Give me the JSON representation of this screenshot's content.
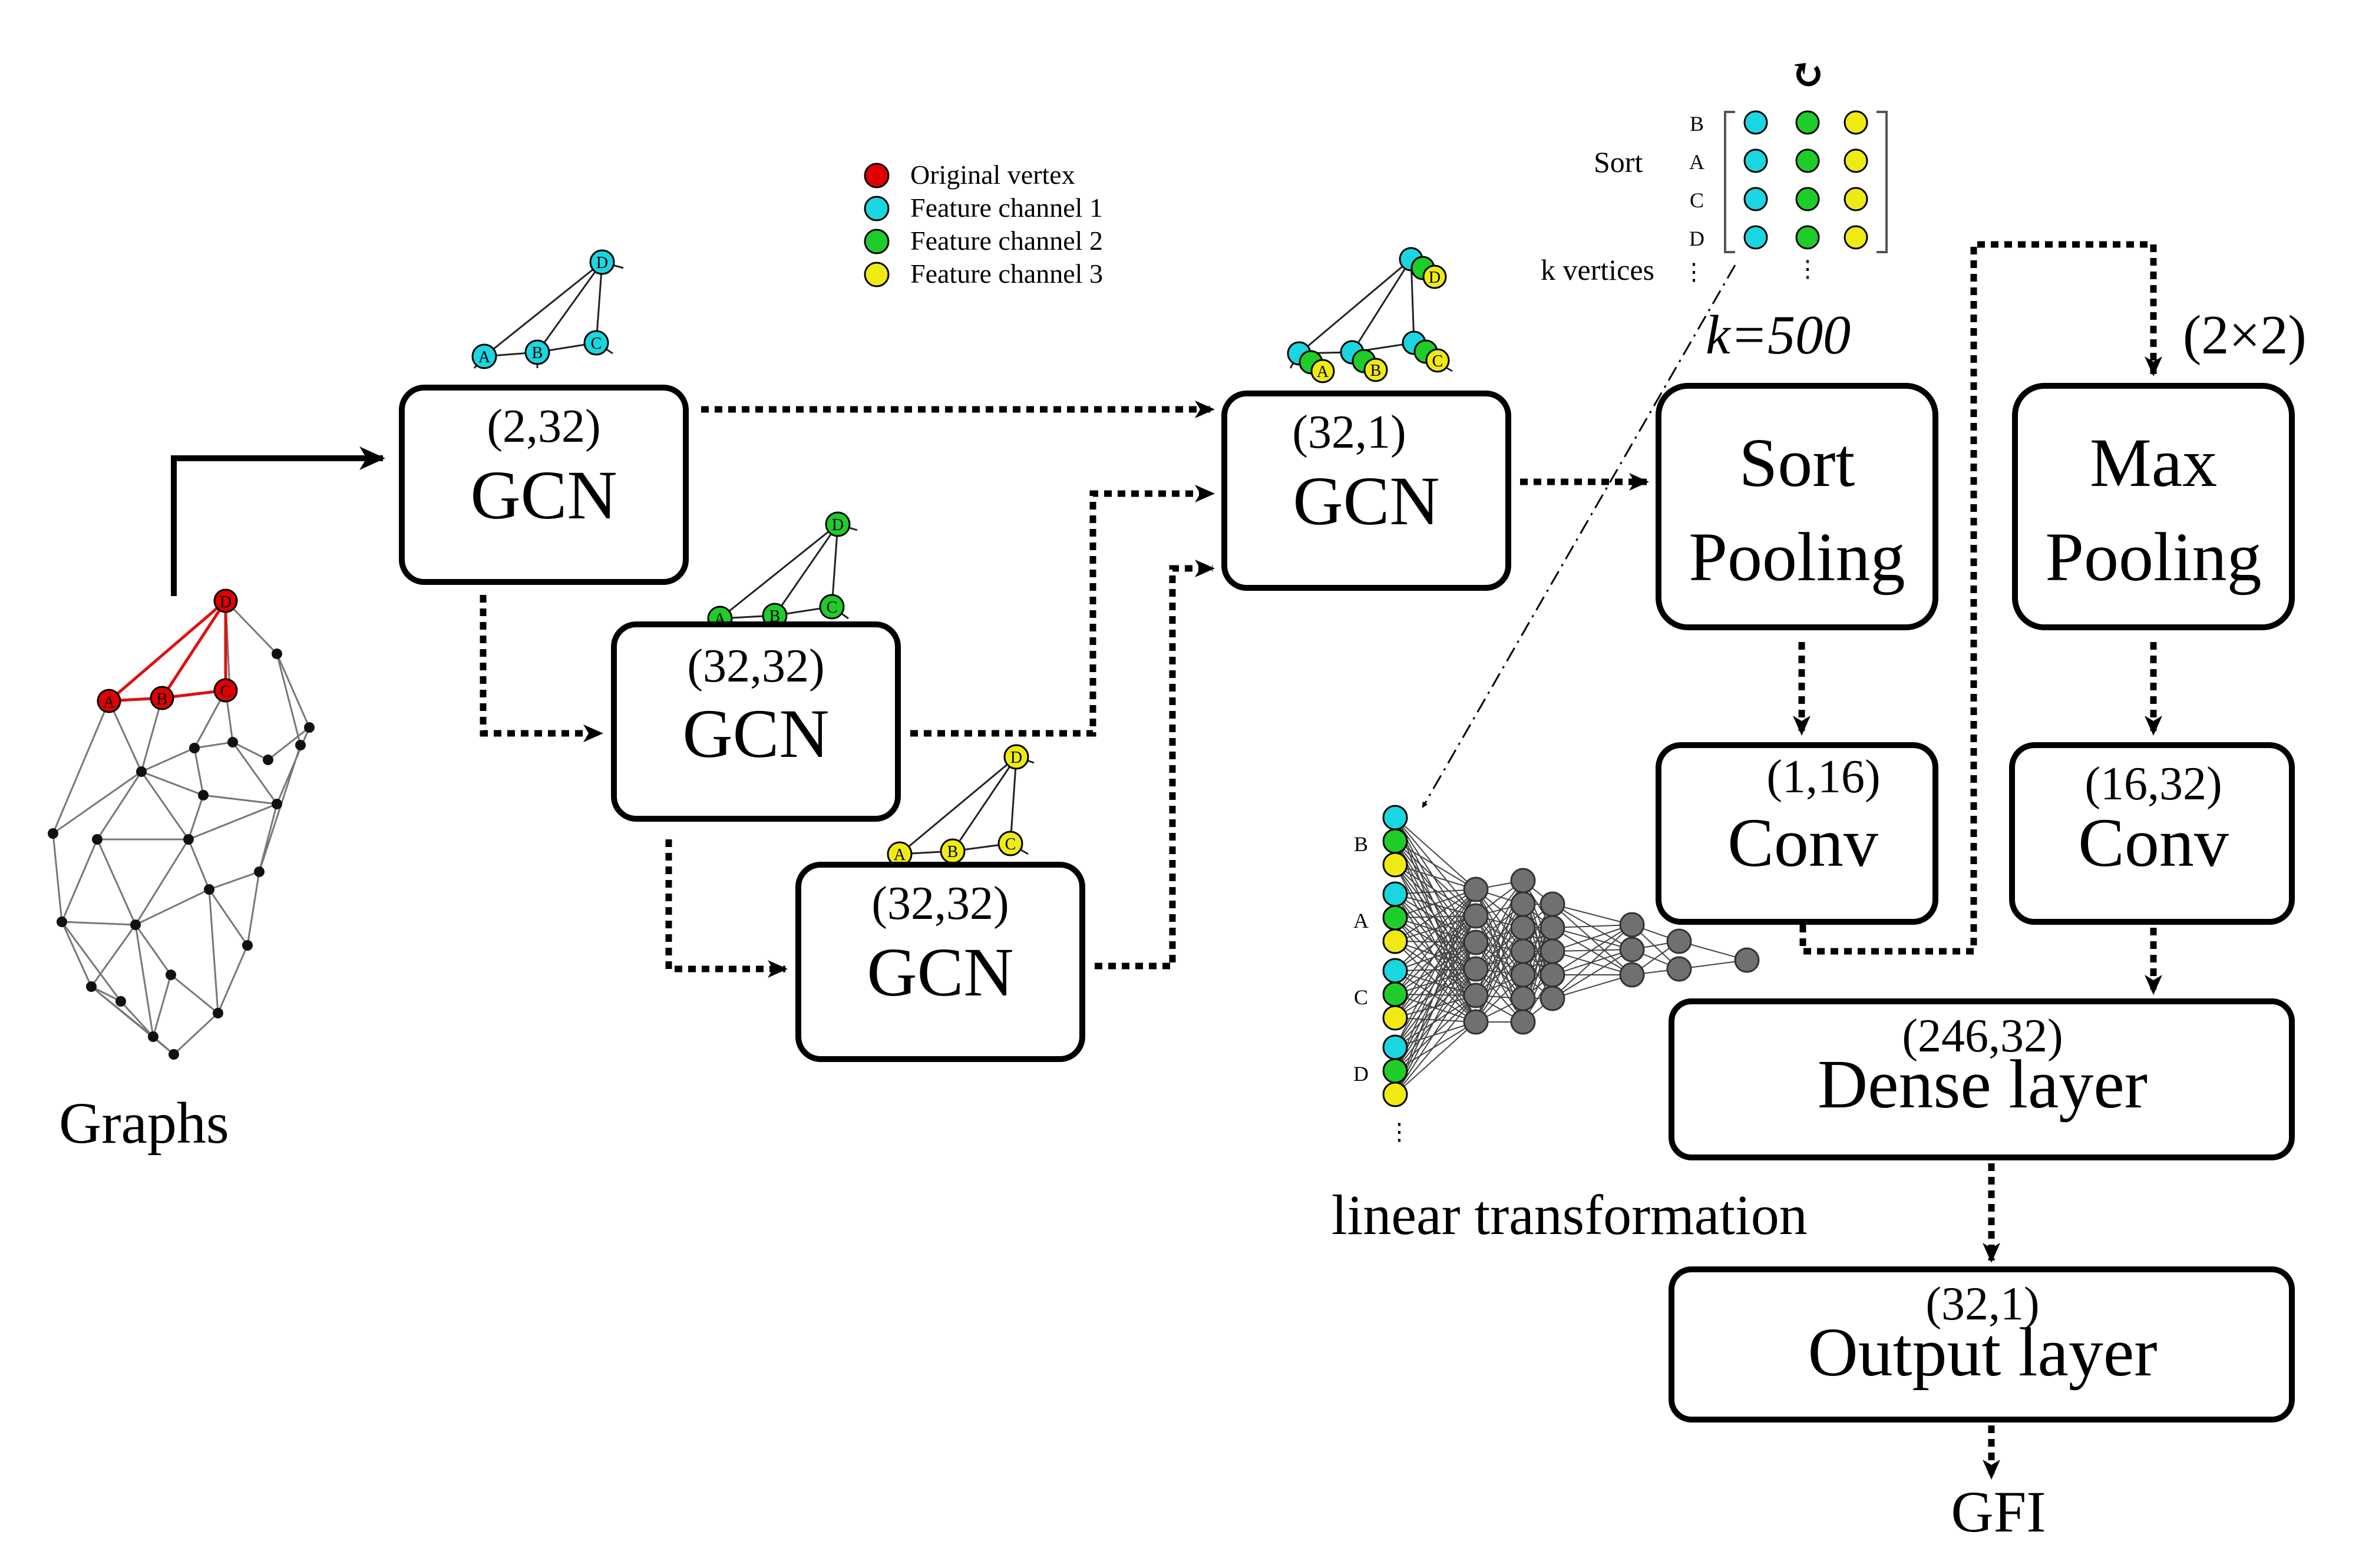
{
  "legend": {
    "items": [
      {
        "label": "Original vertex",
        "color": "#e00000"
      },
      {
        "label": "Feature channel 1",
        "color": "#19d6e0"
      },
      {
        "label": "Feature channel 2",
        "color": "#1ecc2a"
      },
      {
        "label": "Feature channel 3",
        "color": "#f0ea14"
      }
    ]
  },
  "graphs_label": "Graphs",
  "vertex_letters": {
    "a": "A",
    "b": "B",
    "c": "C",
    "d": "D"
  },
  "gcn1": {
    "dims": "(2,32)",
    "name": "GCN"
  },
  "gcn2": {
    "dims": "(32,32)",
    "name": "GCN"
  },
  "gcn3": {
    "dims": "(32,32)",
    "name": "GCN"
  },
  "gcn4": {
    "dims": "(32,1)",
    "name": "GCN"
  },
  "sort_pool": {
    "line1": "Sort",
    "line2": "Pooling",
    "k": "k=500"
  },
  "max_pool": {
    "line1": "Max",
    "line2": "Pooling",
    "size": "(2×2)"
  },
  "conv1": {
    "dims": "(1,16)",
    "name": "Conv"
  },
  "conv2": {
    "dims": "(16,32)",
    "name": "Conv"
  },
  "dense": {
    "dims": "(246,32)",
    "name": "Dense layer"
  },
  "output": {
    "dims": "(32,1)",
    "name": "Output layer"
  },
  "gfi_label": "GFI",
  "sort_matrix": {
    "sort_label": "Sort",
    "k_label": "k vertices",
    "rows": [
      "B",
      "A",
      "C",
      "D"
    ],
    "swap_icon": "↻"
  },
  "linear_label": "linear transformation",
  "nn_rows": [
    "B",
    "A",
    "C",
    "D"
  ],
  "ellipsis": "⋮"
}
